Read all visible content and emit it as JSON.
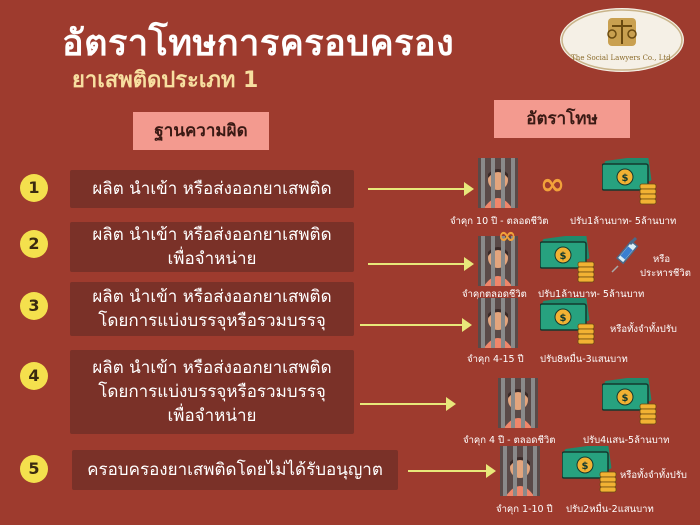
{
  "header": {
    "title": "อัตราโทษการครอบครอง",
    "subtitle": "ยาเสพติดประเภท 1",
    "logo_text": "The Social Lawyers Co., Ltd."
  },
  "columns": {
    "offense": "ฐานความผิด",
    "penalty": "อัตราโทษ"
  },
  "rows": [
    {
      "number": "1",
      "offense_lines": [
        "ผลิต นำเข้า หรือส่งออกยาเสพติด"
      ],
      "prison": "จำคุก 10 ปี - ตลอดชีวิต",
      "fine": "ปรับ1ล้านบาท- 5ล้านบาท",
      "note": ""
    },
    {
      "number": "2",
      "offense_lines": [
        "ผลิต นำเข้า หรือส่งออกยาเสพติด",
        "เพื่อจำหน่าย"
      ],
      "prison": "จำคุกตลอดชีวิต",
      "fine": "ปรับ1ล้านบาท- 5ล้านบาท",
      "note_lines": [
        "หรือ",
        "ประหารชีวิต"
      ]
    },
    {
      "number": "3",
      "offense_lines": [
        "ผลิต นำเข้า หรือส่งออกยาเสพติด",
        "โดยการแบ่งบรรจุหรือรวมบรรจุ"
      ],
      "prison": "จำคุก 4-15 ปี",
      "fine": "ปรับ8หมื่น-3แสนบาท",
      "note": "หรือทั้งจำทั้งปรับ"
    },
    {
      "number": "4",
      "offense_lines": [
        "ผลิต นำเข้า หรือส่งออกยาเสพติด",
        "โดยการแบ่งบรรจุหรือรวมบรรจุ",
        "เพื่อจำหน่าย"
      ],
      "prison": "จำคุก 4 ปี - ตลอดชีวิต",
      "fine": "ปรับ4แสน-5ล้านบาท",
      "note": ""
    },
    {
      "number": "5",
      "offense_lines": [
        "ครอบครองยาเสพติดโดยไม่ได้รับอนุญาต"
      ],
      "prison": "จำคุก 1-10 ปี",
      "fine": "ปรับ2หมื่น-2แสนบาท",
      "note": "หรือทั้งจำทั้งปรับ"
    }
  ],
  "icons": {
    "prison": "prisoner-behind-bars-icon",
    "fine": "money-stack-icon",
    "life": "infinity-icon",
    "death": "syringe-icon"
  },
  "colors": {
    "background": "#9e3b2e",
    "offense_box": "#7a3128",
    "column_header": "#f39a8f",
    "number_badge": "#f4e04d",
    "arrow": "#e8e87a",
    "subtitle": "#f7dfa0"
  }
}
